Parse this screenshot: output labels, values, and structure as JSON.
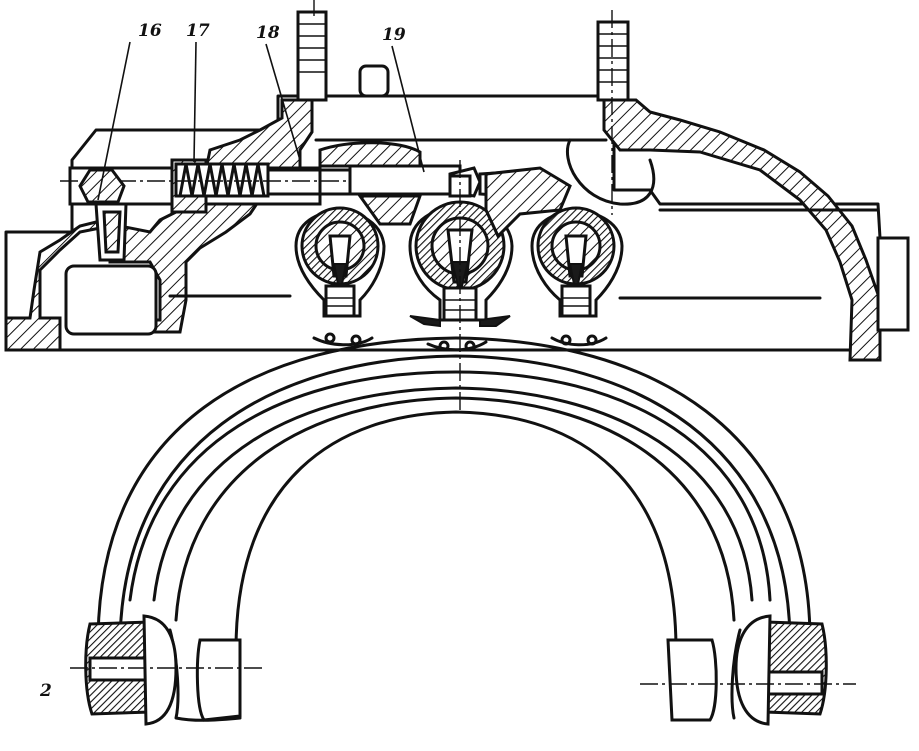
{
  "figure": {
    "callouts": [
      {
        "id": "c16",
        "label": "16"
      },
      {
        "id": "c17",
        "label": "17"
      },
      {
        "id": "c18",
        "label": "18"
      },
      {
        "id": "c19",
        "label": "19"
      },
      {
        "id": "c2",
        "label": "2"
      }
    ]
  }
}
